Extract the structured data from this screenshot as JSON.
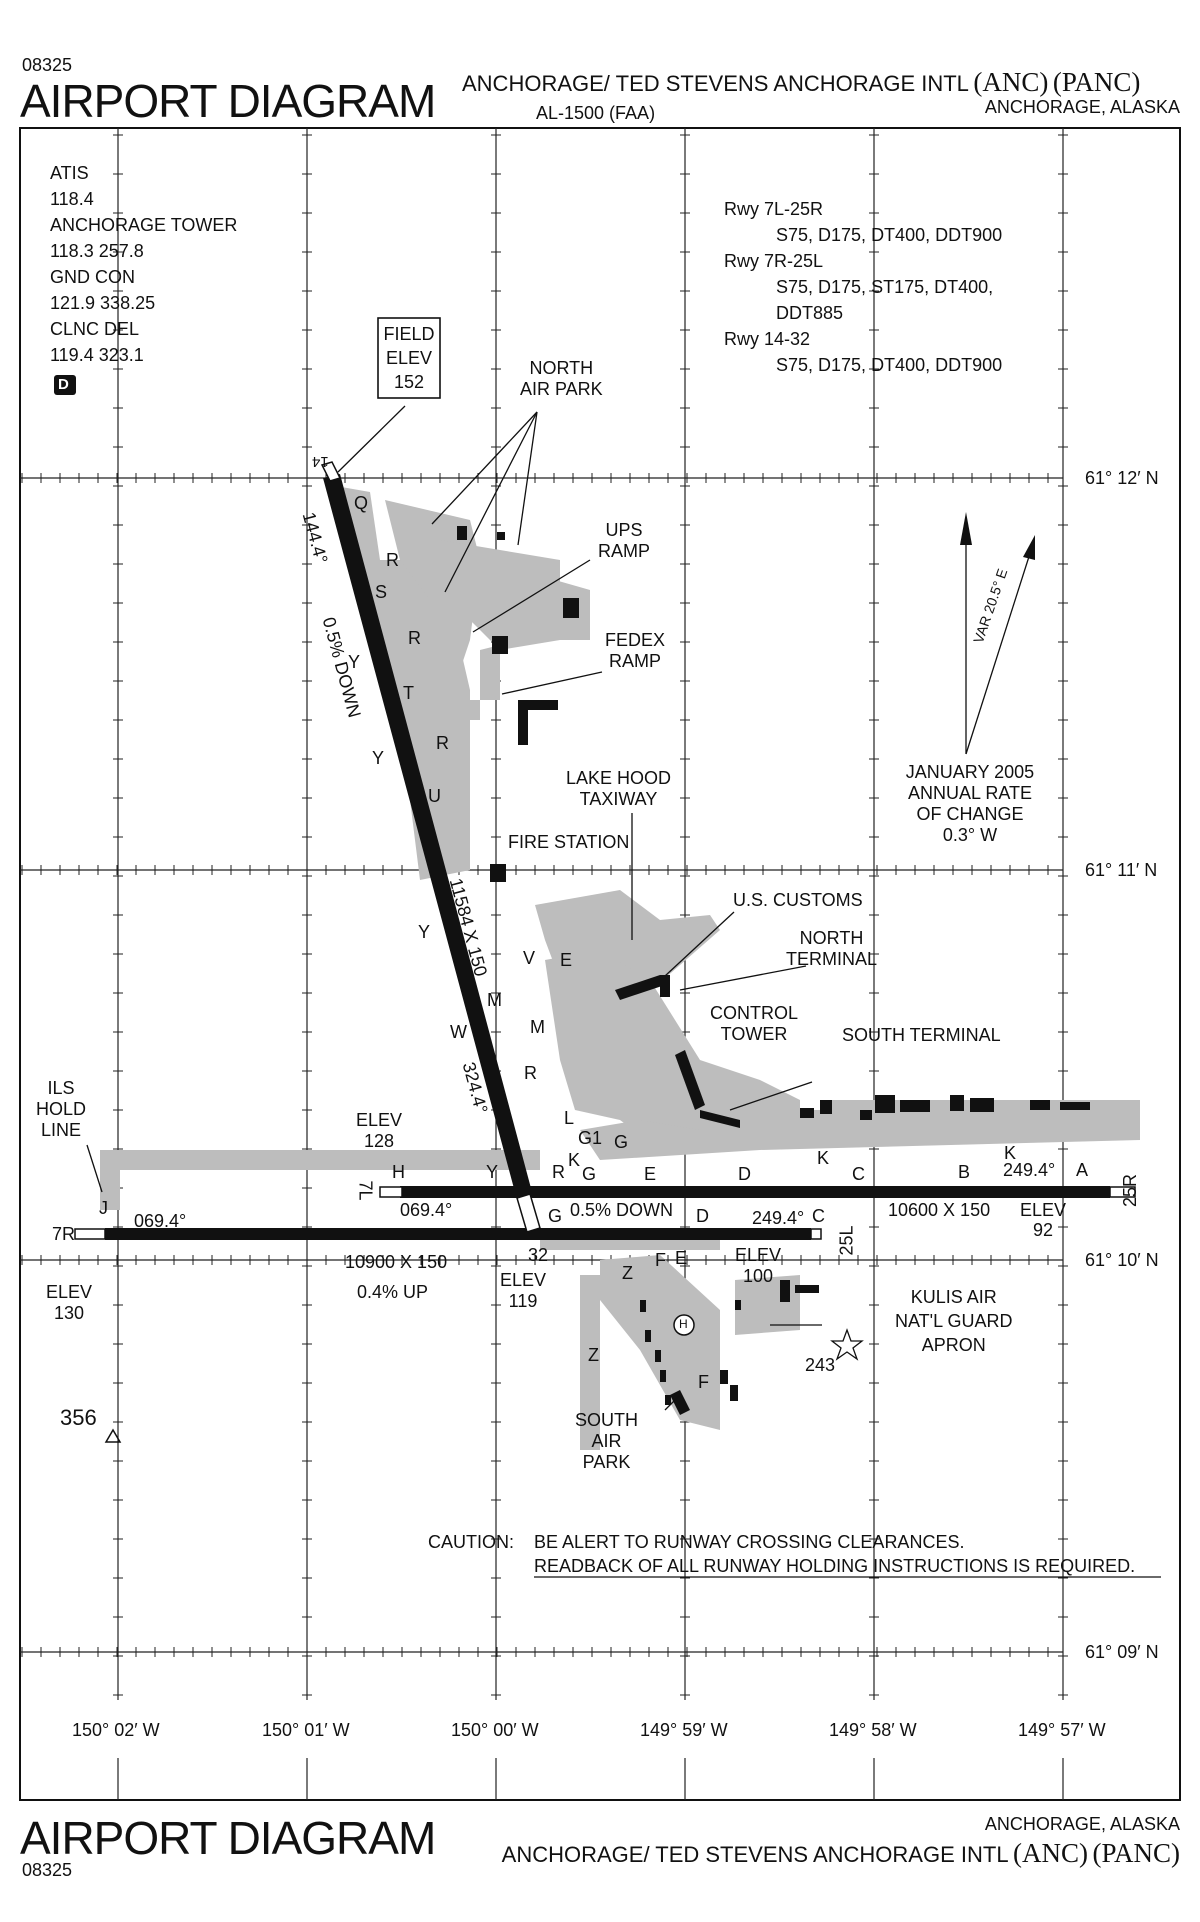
{
  "header": {
    "chart_number": "08325",
    "title": "AIRPORT DIAGRAM",
    "airport_name": "ANCHORAGE/ TED STEVENS ANCHORAGE INTL",
    "faa_id": "(ANC)",
    "icao_id": "(PANC)",
    "procedure_id": "AL-1500 (FAA)",
    "location": "ANCHORAGE,  ALASKA"
  },
  "footer": {
    "title": "AIRPORT DIAGRAM",
    "chart_number": "08325",
    "location": "ANCHORAGE,  ALASKA",
    "airport_name": "ANCHORAGE/ TED STEVENS ANCHORAGE INTL",
    "faa_id": "(ANC)",
    "icao_id": "(PANC)"
  },
  "frequencies": [
    "ATIS",
    "118.4",
    "ANCHORAGE TOWER",
    "118.3  257.8",
    "GND CON",
    "121.9  338.25",
    "CLNC DEL",
    "119.4  323.1"
  ],
  "d_atis_badge": "D",
  "runway_strengths": [
    "Rwy 7L-25R",
    "S75, D175, DT400, DDT900",
    "Rwy 7R-25L",
    "S75, D175, ST175, DT400,",
    "DDT885",
    "Rwy 14-32",
    "S75, D175, DT400, DDT900"
  ],
  "field_elev": [
    "FIELD",
    "ELEV",
    "152"
  ],
  "latitudes": [
    "61° 12′ N",
    "61° 11′ N",
    "61° 10′ N",
    "61° 09′ N"
  ],
  "longitudes": [
    "150° 02′ W",
    "150° 01′ W",
    "150° 00′ W",
    "149° 59′ W",
    "149° 58′ W",
    "149° 57′ W"
  ],
  "variation": {
    "var_label": "VAR 20.5° E",
    "rate_lines": [
      "JANUARY 2005",
      "ANNUAL RATE",
      "OF CHANGE",
      "0.3° W"
    ]
  },
  "areas": {
    "north_air_park": [
      "NORTH",
      "AIR PARK"
    ],
    "ups_ramp": [
      "UPS",
      "RAMP"
    ],
    "fedex_ramp": [
      "FEDEX",
      "RAMP"
    ],
    "lake_hood": [
      "LAKE HOOD",
      "TAXIWAY"
    ],
    "fire_station": "FIRE STATION",
    "us_customs": "U.S. CUSTOMS",
    "north_terminal": [
      "NORTH",
      "TERMINAL"
    ],
    "control_tower": [
      "CONTROL",
      "TOWER"
    ],
    "south_terminal": "SOUTH TERMINAL",
    "kulis": [
      "KULIS AIR",
      "NAT'L GUARD",
      "APRON"
    ],
    "south_air_park": [
      "SOUTH",
      "AIR",
      "PARK"
    ],
    "ils_hold": [
      "ILS",
      "HOLD",
      "LINE"
    ]
  },
  "runways": {
    "rwy14_32": {
      "end_north": "14",
      "end_south": "32",
      "heading_north": "144.4°",
      "heading_south": "324.4°",
      "slope": "0.5% DOWN",
      "dimensions": "11584 X 150"
    },
    "rwy7l_25r": {
      "end_west": "7L",
      "end_east": "25R",
      "heading_west": "069.4°",
      "heading_east": "249.4°",
      "slope": "0.5% DOWN",
      "dimensions": "10600 X 150",
      "elev_label": "ELEV",
      "elev_value": "92"
    },
    "rwy7r_25l": {
      "end_west": "7R",
      "end_east": "25L",
      "heading_west": "069.4°",
      "heading_east": "249.4°",
      "slope": "0.4% UP",
      "dimensions": "10900 X 150"
    }
  },
  "elevations": [
    [
      "ELEV",
      "128"
    ],
    [
      "ELEV",
      "130"
    ],
    [
      "ELEV",
      "119"
    ],
    [
      "ELEV",
      "100"
    ]
  ],
  "obstacles": [
    "356",
    "243"
  ],
  "taxiways": [
    "Q",
    "R",
    "S",
    "R",
    "Y",
    "T",
    "R",
    "Y",
    "U",
    "Y",
    "V",
    "E",
    "M",
    "M",
    "W",
    "R",
    "L",
    "G1",
    "G",
    "K",
    "H",
    "Y",
    "R",
    "G",
    "E",
    "D",
    "K",
    "C",
    "B",
    "K",
    "A",
    "J",
    "G",
    "D",
    "C",
    "Z",
    "F",
    "E",
    "Z",
    "F",
    "H"
  ],
  "caution": {
    "label": "CAUTION:",
    "line1": "BE ALERT TO RUNWAY CROSSING CLEARANCES.",
    "line2": "READBACK OF ALL RUNWAY HOLDING INSTRUCTIONS IS REQUIRED."
  },
  "colors": {
    "runway": "#111111",
    "pavement": "#bdbdbd",
    "building": "#111111",
    "grid": "#222222"
  }
}
